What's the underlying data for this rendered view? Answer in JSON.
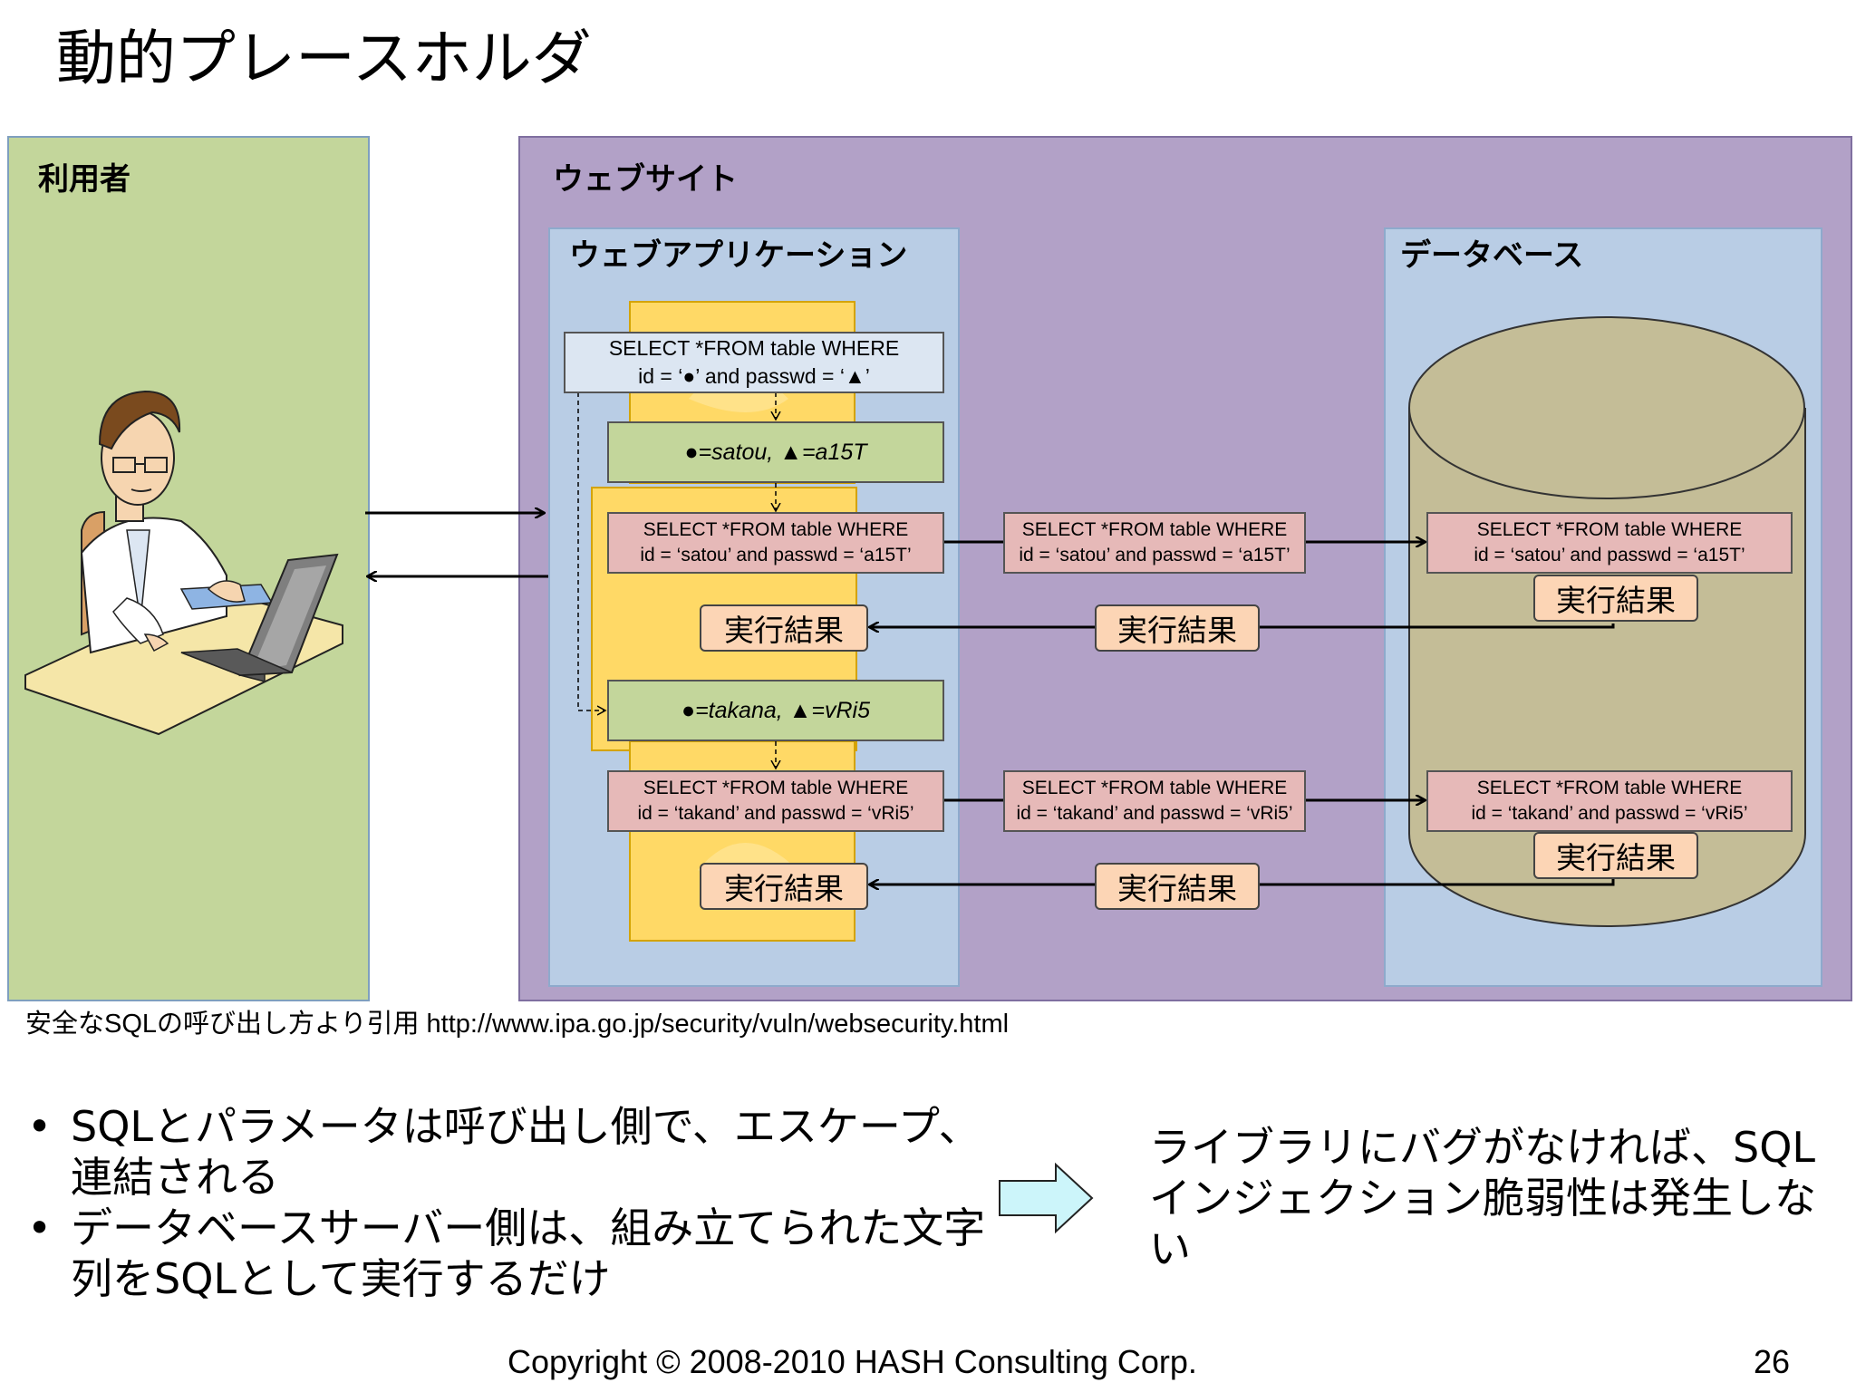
{
  "slide": {
    "title": "動的プレースホルダ",
    "page_number": "26",
    "footer": "Copyright © 2008-2010 HASH Consulting Corp.",
    "caption": "安全なSQLの呼び出し方より引用 http://www.ipa.go.jp/security/vuln/websecurity.html"
  },
  "diagram": {
    "user_label": "利用者",
    "site_label": "ウェブサイト",
    "app_label": "ウェブアプリケーション",
    "db_label": "データベース",
    "template_line1": "SELECT *FROM table WHERE",
    "template_line2": "id = ‘●’ and passwd = ‘▲’",
    "params1": "●=satou, ▲=a15T",
    "params2": "●=takana, ▲=vRi5",
    "query_line1": "SELECT *FROM table WHERE",
    "query1_line2": "id = ‘satou’ and passwd = ‘a15T’",
    "query2_line2": "id = ‘takand’ and passwd = ‘vRi5’",
    "result": "実行結果"
  },
  "bullets": [
    "SQLとパラメータは呼び出し側で、エスケープ、連結される",
    "データベースサーバー側は、組み立てられた文字列をSQLとして実行するだけ"
  ],
  "conclusion": "ライブラリにバグがなければ、SQLインジェクション脆弱性は発生しない",
  "colors": {
    "user_panel": "#c3d69b",
    "site_panel": "#b2a1c7",
    "app_panel": "#b9cde5",
    "query_box": "#e6b9b8",
    "result_box": "#fcd5b5",
    "cylinder": "#c4bd97",
    "yellow": "#ffd966"
  }
}
